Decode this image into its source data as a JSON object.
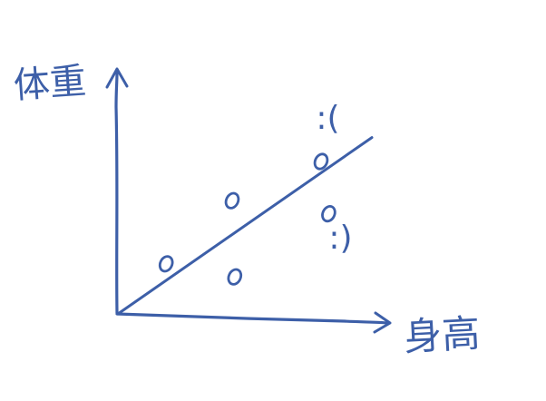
{
  "colors": {
    "ink": "#3d5fa8",
    "paper": "#ffffff"
  },
  "chart_data": {
    "type": "scatter",
    "title": "",
    "xlabel": "身高",
    "ylabel": "体重",
    "xlim": [
      0,
      10
    ],
    "ylim": [
      0,
      10
    ],
    "grid": false,
    "legend": "none",
    "trend_line": {
      "x": [
        0,
        10
      ],
      "y": [
        0,
        8.1
      ]
    },
    "series": [
      {
        "x": [
          1.9,
          4.6,
          4.5,
          8.0,
          8.3
        ],
        "y": [
          2.3,
          1.7,
          5.2,
          7.0,
          4.6
        ]
      }
    ],
    "annotations": [
      {
        "text": ":(",
        "x": 7.8,
        "y": 8.5
      },
      {
        "text": ":)",
        "x": 8.3,
        "y": 3.0
      }
    ]
  }
}
